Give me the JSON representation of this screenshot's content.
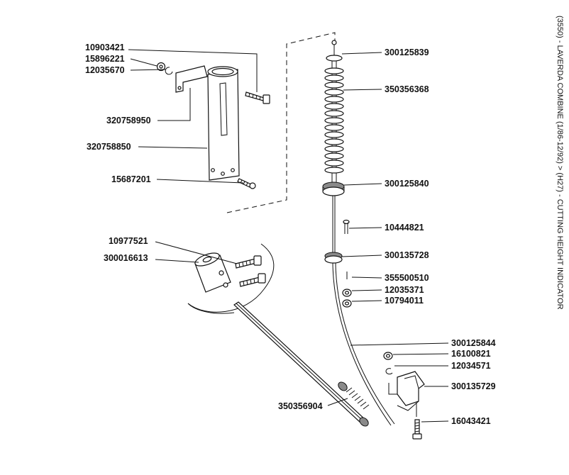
{
  "side_title": "(3550) - LAVERDA COMBINE (1/86-12/92) > (H27) - CUTTING HEIGHT INDICATOR",
  "labels": {
    "p10903421": "10903421",
    "p15896221": "15896221",
    "p12035670": "12035670",
    "p320758950": "320758950",
    "p320758850": "320758850",
    "p15687201": "15687201",
    "p10977521": "10977521",
    "p300016613": "300016613",
    "p350356904": "350356904",
    "p300125839": "300125839",
    "p350356368": "350356368",
    "p300125840": "300125840",
    "p10444821": "10444821",
    "p300135728": "300135728",
    "p355500510": "355500510",
    "p12035371": "12035371",
    "p10794011": "10794011",
    "p300125844": "300125844",
    "p16100821": "16100821",
    "p12034571": "12034571",
    "p300135729": "300135729",
    "p16043421": "16043421"
  }
}
